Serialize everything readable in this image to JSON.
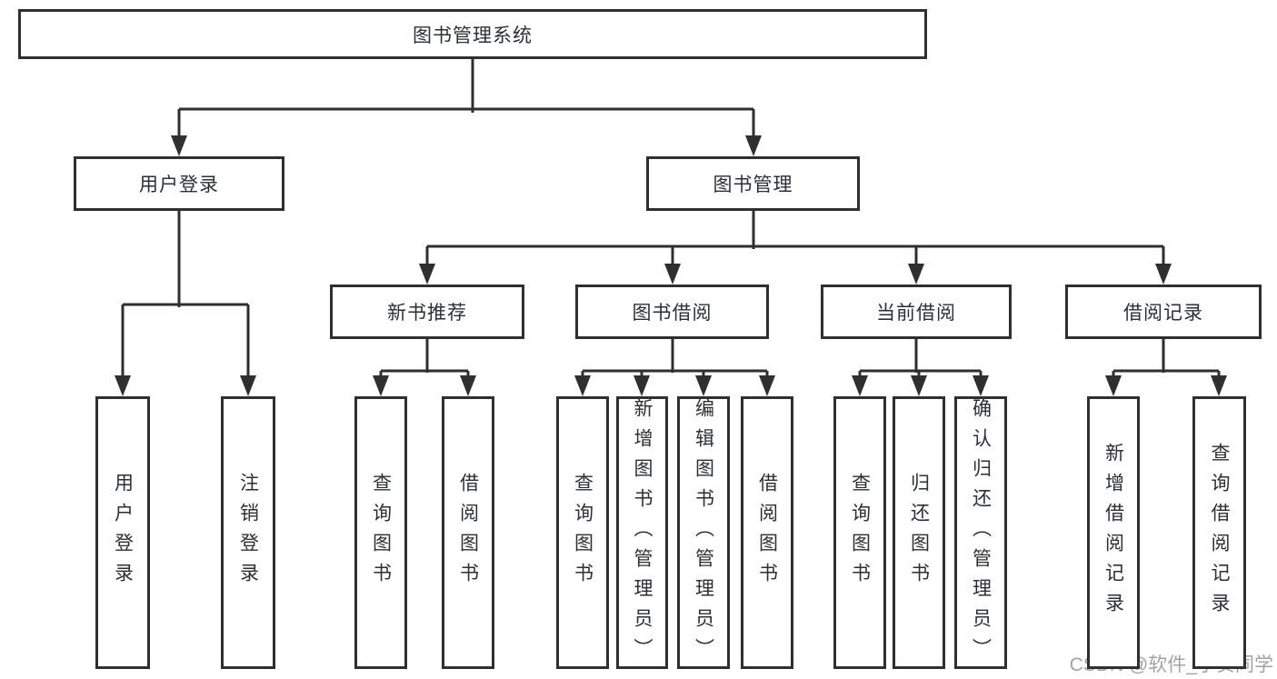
{
  "diagram": {
    "nodes": {
      "root": {
        "label": "图书管理系统"
      },
      "user_login": {
        "label": "用户登录"
      },
      "book_mgmt": {
        "label": "图书管理"
      },
      "new_book_rec": {
        "label": "新书推荐"
      },
      "book_borrow": {
        "label": "图书借阅"
      },
      "current_borrow": {
        "label": "当前借阅"
      },
      "borrow_records": {
        "label": "借阅记录"
      },
      "leaf_user_login": {
        "label": "用户登录"
      },
      "leaf_logout": {
        "label": "注销登录"
      },
      "leaf_query_book_rec": {
        "label": "查询图书"
      },
      "leaf_borrow_book_rec": {
        "label": "借阅图书"
      },
      "leaf_query_book_borrow": {
        "label": "查询图书"
      },
      "leaf_add_book_admin": {
        "label": "新增图书（管理员）"
      },
      "leaf_edit_book_admin": {
        "label": "编辑图书（管理员）"
      },
      "leaf_borrow_book_borrow": {
        "label": "借阅图书"
      },
      "leaf_query_book_current": {
        "label": "查询图书"
      },
      "leaf_return_book": {
        "label": "归还图书"
      },
      "leaf_confirm_return_admin": {
        "label": "确认归还（管理员）"
      },
      "leaf_add_borrow_record": {
        "label": "新增借阅记录"
      },
      "leaf_query_borrow_record": {
        "label": "查询借阅记录"
      }
    },
    "colors": {
      "line": "#2f2f2f",
      "box_border": "#2f2f2f",
      "box_fill": "#ffffff",
      "text": "#2b3036",
      "background": "#ffffff",
      "watermark_text": "#a3a3a3"
    }
  },
  "watermark": {
    "text": "CSDN @软件_小贺同学"
  }
}
